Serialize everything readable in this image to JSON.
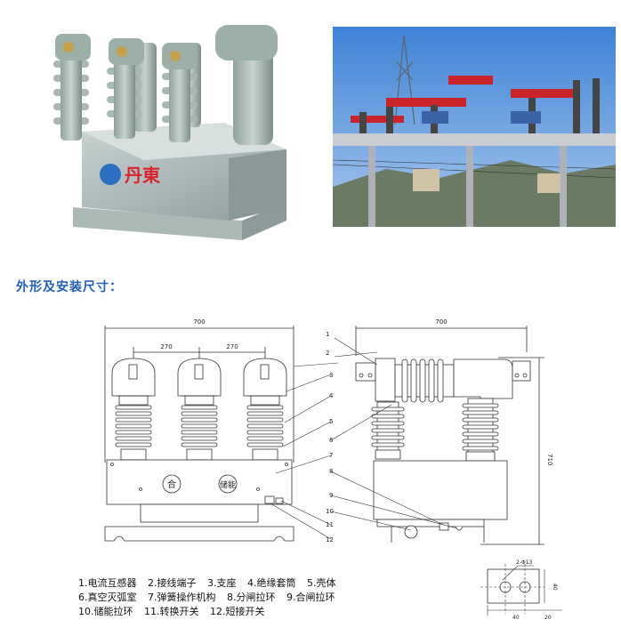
{
  "product_photo": {
    "brand": "丹東"
  },
  "section_title": "外形及安装尺寸：",
  "front_view": {
    "width_label": "700",
    "pitch_left": "270",
    "pitch_right": "270",
    "close_label": "合",
    "store_label": "储能"
  },
  "side_view": {
    "width_label": "700",
    "height_label": "710",
    "callouts": [
      "1",
      "2",
      "3",
      "4",
      "5",
      "6",
      "7",
      "8",
      "9",
      "10",
      "11",
      "12"
    ]
  },
  "detail": {
    "hole_label": "2-Φ13",
    "height_label": "40",
    "w1_label": "40",
    "w2_label": "20"
  },
  "legend": [
    [
      "1.电流互感器",
      "2.接线端子",
      "3.支座",
      "4.绝缘套筒",
      "5.壳体"
    ],
    [
      "6.真空灭弧室",
      "7.弹簧操作机构",
      "8.分闸拉环",
      "9.合闸拉环"
    ],
    [
      "10.储能拉环",
      "11.转换开关",
      "12.短接开关"
    ]
  ]
}
